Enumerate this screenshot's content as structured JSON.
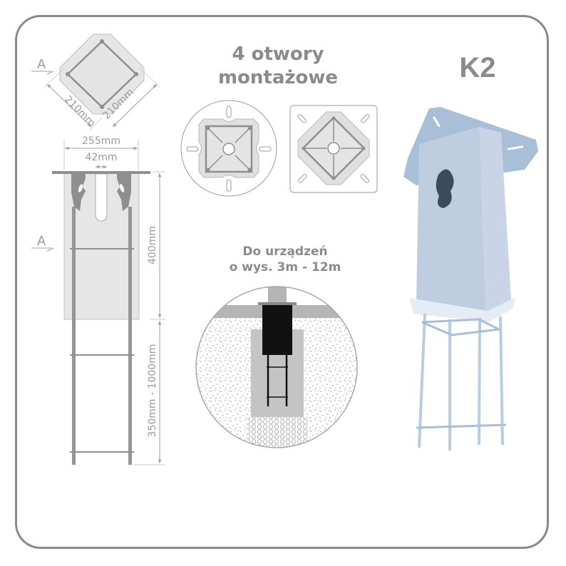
{
  "product": {
    "model": "K2",
    "mounting_holes_heading": [
      "4 otwory",
      "montażowe"
    ],
    "height_range_heading": [
      "Do urządzeń",
      "o wys. 3m - 12m"
    ]
  },
  "dimensions": {
    "section_label": "A",
    "top_view_side_1": "210mm",
    "top_view_side_2": "210mm",
    "plate_width": "255mm",
    "slot_width": "42mm",
    "body_height": "400mm",
    "rebar_length": "350mm - 1000mm"
  },
  "figures": {
    "top_view": "octagonal-foundation-top-view",
    "side_section": "foundation-side-section",
    "plate_round": "round-mounting-plate",
    "plate_square": "square-mounting-plate",
    "installation": "installation-cross-section",
    "photo": "concrete-foundation-photo"
  },
  "colors": {
    "frame": "#8a8a8a",
    "text": "#8b8b8b",
    "fill_light": "#e6e6e6",
    "fill_mid": "#c8c8c8",
    "stroke_dark": "#8f8f8f",
    "concrete_photo": "#b9c9dc",
    "installation_black": "#111111"
  }
}
